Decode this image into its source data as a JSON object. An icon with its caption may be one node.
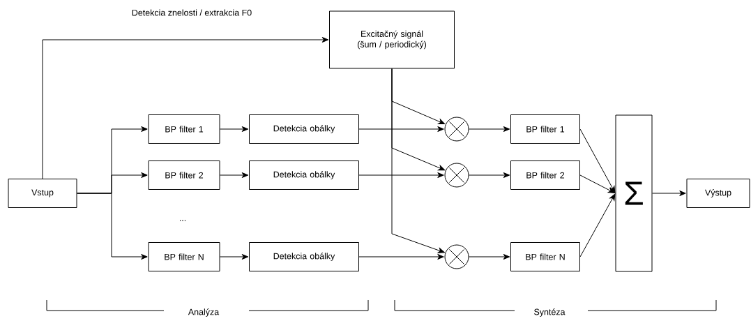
{
  "diagram": {
    "nodes": [
      {
        "text": [
          "Vstup"
        ]
      },
      {
        "text": [
          "Excitačný signál (šum / periodický)"
        ]
      },
      {
        "text": [
          "BP filter 1"
        ]
      },
      {
        "text": [
          "BP filter 2"
        ]
      },
      {
        "text": [
          "BP filter N"
        ]
      },
      {
        "text": [
          "Detekcia obálky"
        ]
      },
      {
        "text": [
          "Detekcia obálky"
        ]
      },
      {
        "text": [
          "Detekcia obálky"
        ]
      },
      {
        "text": [],
        "shape": "circle"
      },
      {
        "text": [],
        "shape": "circle"
      },
      {
        "text": [],
        "shape": "circle"
      },
      {
        "text": [
          "BP filter 1"
        ]
      },
      {
        "text": [
          "BP filter 2"
        ]
      },
      {
        "text": [
          "BP filter N"
        ]
      },
      {
        "text": [
          "Σ"
        ]
      },
      {
        "text": [
          "Výstup"
        ]
      }
    ],
    "edges": [
      {
        "from": 0,
        "to": 1,
        "arrow": "to",
        "label": "Detekcia znelosti / extrakcia F0"
      },
      {
        "from": 0,
        "to": 2,
        "arrow": "to"
      },
      {
        "from": 0,
        "to": 3,
        "arrow": "to"
      },
      {
        "from": 0,
        "to": 4,
        "arrow": "to"
      },
      {
        "from": 2,
        "to": 5,
        "arrow": "to"
      },
      {
        "from": 3,
        "to": 6,
        "arrow": "to"
      },
      {
        "from": 4,
        "to": 7,
        "arrow": "to"
      },
      {
        "from": 5,
        "to": 8,
        "arrow": "to"
      },
      {
        "from": 6,
        "to": 9,
        "arrow": "to"
      },
      {
        "from": 7,
        "to": 10,
        "arrow": "to"
      },
      {
        "from": 1,
        "to": 8,
        "arrow": "to"
      },
      {
        "from": 1,
        "to": 9,
        "arrow": "to"
      },
      {
        "from": 1,
        "to": 10,
        "arrow": "to"
      },
      {
        "from": 8,
        "to": 11,
        "arrow": "to"
      },
      {
        "from": 9,
        "to": 12,
        "arrow": "to"
      },
      {
        "from": 10,
        "to": 13,
        "arrow": "to"
      },
      {
        "from": 11,
        "to": 14,
        "arrow": "to"
      },
      {
        "from": 12,
        "to": 14,
        "arrow": "to"
      },
      {
        "from": 13,
        "to": 14,
        "arrow": "to"
      },
      {
        "from": 14,
        "to": 15,
        "arrow": "to"
      }
    ],
    "labels": [
      "...",
      "Analýza",
      "Syntéza"
    ]
  }
}
